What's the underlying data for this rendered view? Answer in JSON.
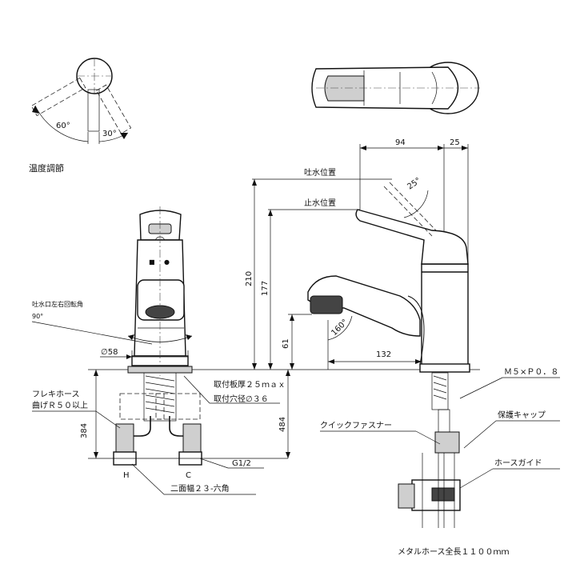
{
  "labels": {
    "temp_control": "温度調節",
    "angle_60": "60°",
    "angle_30": "30°",
    "dim_94": "94",
    "dim_25_top": "25",
    "spout_position": "吐水位置",
    "stop_position": "止水位置",
    "angle_25": "25°",
    "dim_210": "210",
    "dim_177": "177",
    "dim_61": "61",
    "angle_160": "160°",
    "dim_132": "132",
    "spout_rotation": "吐水口左右回転角",
    "rotation_90": "90°",
    "dia_58": "∅58",
    "mount_plate": "取付板厚２５ｍａｘ",
    "mount_hole": "取付穴径∅３６",
    "thread": "Ｍ５×Ｐ０．８",
    "flex_hose": "フレキホース",
    "bend_radius": "曲げＲ５０以上",
    "dim_384": "384",
    "dim_484": "484",
    "quick_fastener": "クイックファスナー",
    "protect_cap": "保護キャップ",
    "hose_guide": "ホースガイド",
    "pipe_thread": "G1/2",
    "h_mark": "H",
    "c_mark": "C",
    "hex_width": "二面幅２３‐六角",
    "metal_hose": "メタルホース全長１１００ｍｍ"
  }
}
